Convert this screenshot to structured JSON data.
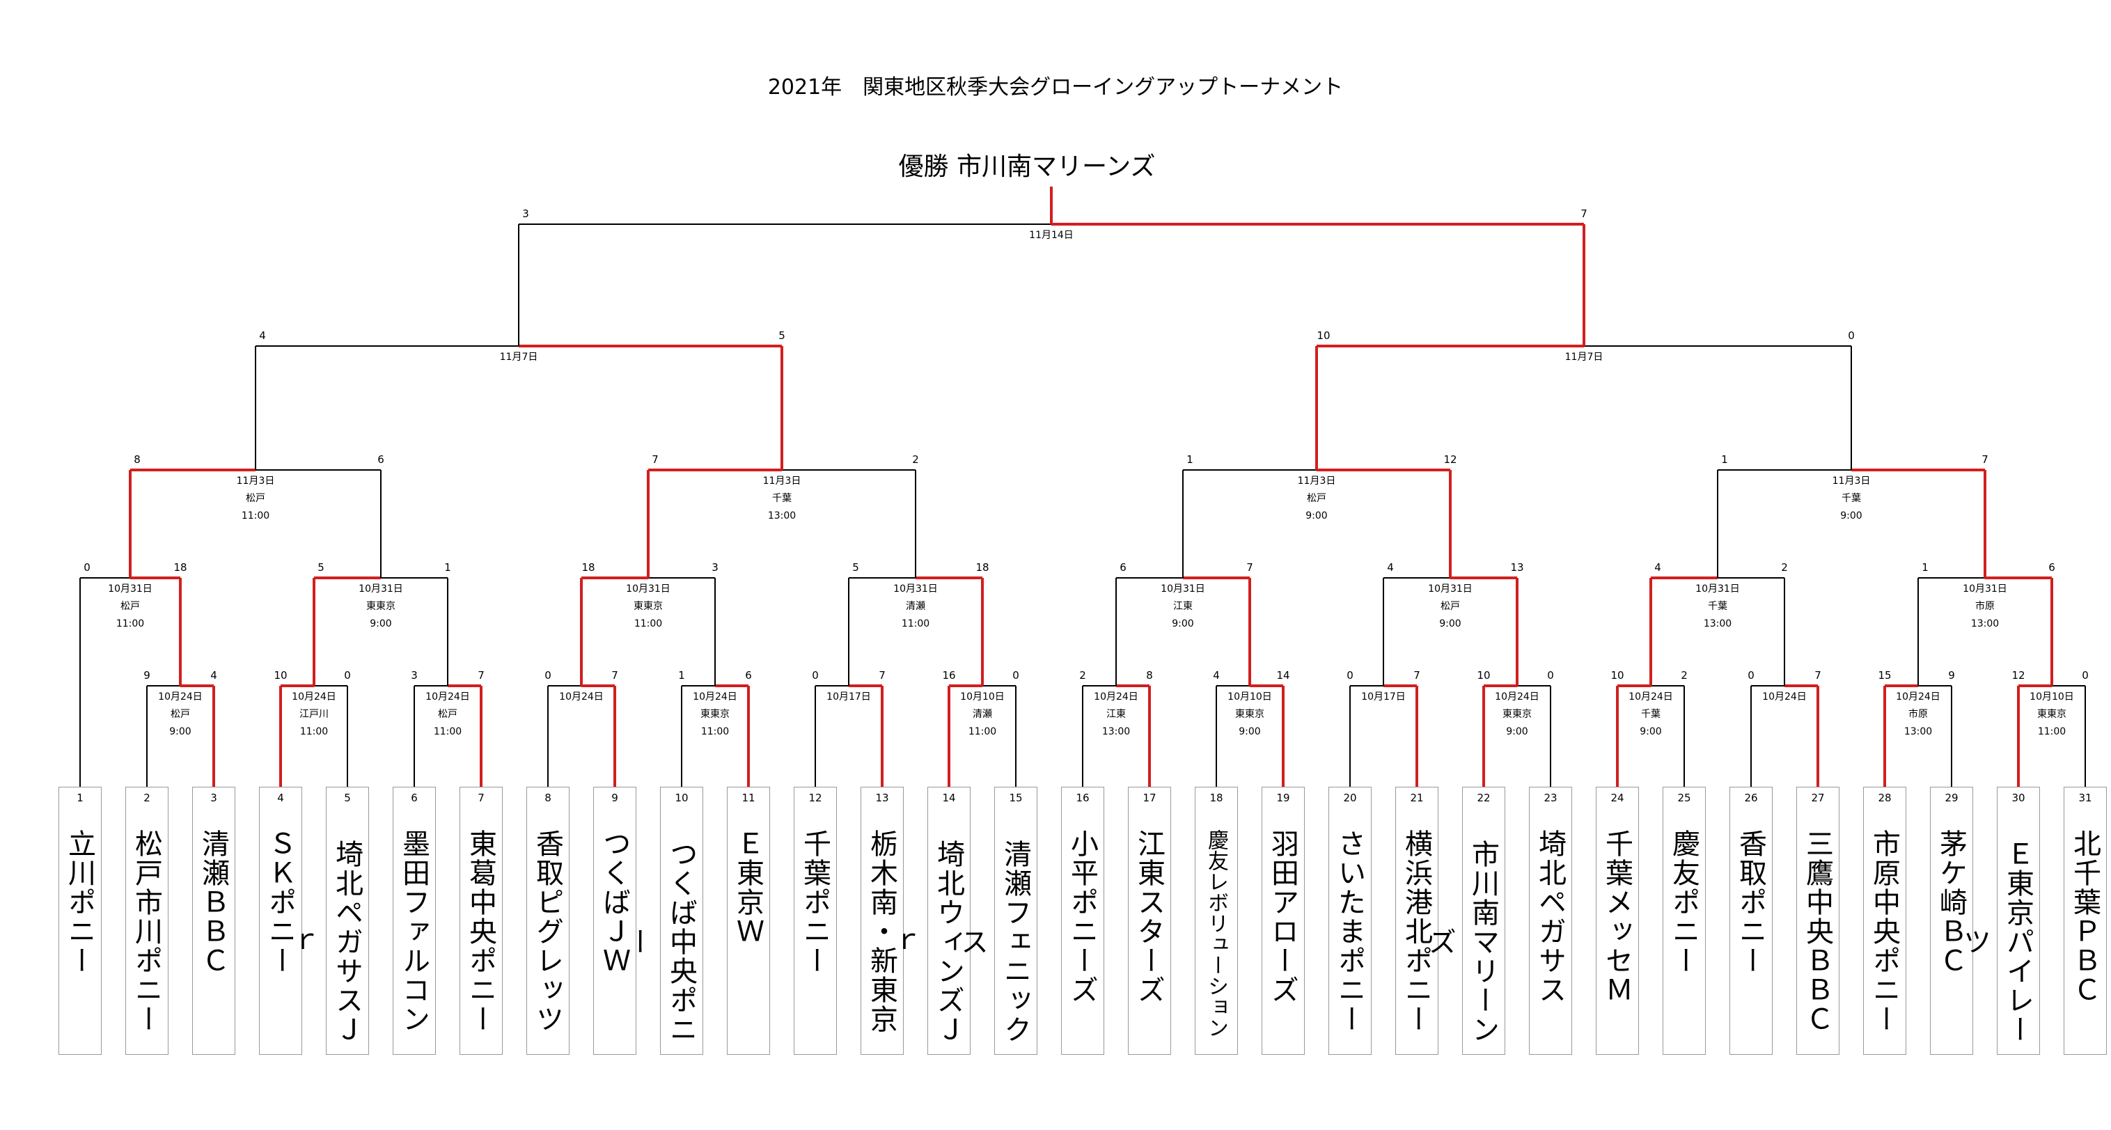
{
  "title": "2021年　関東地区秋季大会グローイングアップトーナメント",
  "champion": "優勝 市川南マリーンズ",
  "teams": [
    {
      "no": "1",
      "name": "立川ポニー"
    },
    {
      "no": "2",
      "name": "松戸市川ポニー"
    },
    {
      "no": "3",
      "name": "清瀬ＢＢＣ"
    },
    {
      "no": "4",
      "name": "ＳＫポニー"
    },
    {
      "no": "5",
      "name": "埼北ペガサスＪｒ"
    },
    {
      "no": "6",
      "name": "墨田ファルコン"
    },
    {
      "no": "7",
      "name": "東葛中央ポニー"
    },
    {
      "no": "8",
      "name": "香取ピグレッツ"
    },
    {
      "no": "9",
      "name": "つくばＪＷ"
    },
    {
      "no": "10",
      "name": "つくば中央ポニー"
    },
    {
      "no": "11",
      "name": "Ｅ東京Ｗ"
    },
    {
      "no": "12",
      "name": "千葉ポニー"
    },
    {
      "no": "13",
      "name": "栃木南・新東京"
    },
    {
      "no": "14",
      "name": "埼北ウィンズＪｒ"
    },
    {
      "no": "15",
      "name": "清瀬フェニックス"
    },
    {
      "no": "16",
      "name": "小平ポニーズ"
    },
    {
      "no": "17",
      "name": "江東スターズ"
    },
    {
      "no": "18",
      "name": "慶友レボリューション"
    },
    {
      "no": "19",
      "name": "羽田アローズ"
    },
    {
      "no": "20",
      "name": "さいたまポニー"
    },
    {
      "no": "21",
      "name": "横浜港北ポニー"
    },
    {
      "no": "22",
      "name": "市川南マリーンズ"
    },
    {
      "no": "23",
      "name": "埼北ペガサス"
    },
    {
      "no": "24",
      "name": "千葉メッセＭ"
    },
    {
      "no": "25",
      "name": "慶友ポニー"
    },
    {
      "no": "26",
      "name": "香取ポニー"
    },
    {
      "no": "27",
      "name": "三鷹中央ＢＢＣ"
    },
    {
      "no": "28",
      "name": "市原中央ポニー"
    },
    {
      "no": "29",
      "name": "茅ケ崎ＢＣ"
    },
    {
      "no": "30",
      "name": "Ｅ東京パイレーツ"
    },
    {
      "no": "31",
      "name": "北千葉ＰＢＣ"
    }
  ],
  "colors": {
    "win": "#d21f1f",
    "lose": "#000000",
    "box": "#999999"
  },
  "matches": [
    {
      "id": "r1a",
      "sl": "9",
      "sr": "4",
      "win": "R",
      "info": [
        "10月24日",
        "松戸",
        "9:00"
      ]
    },
    {
      "id": "r1b",
      "sl": "10",
      "sr": "0",
      "win": "L",
      "info": [
        "10月24日",
        "江戸川",
        "11:00"
      ]
    },
    {
      "id": "r1c",
      "sl": "3",
      "sr": "7",
      "win": "R",
      "info": [
        "10月24日",
        "松戸",
        "11:00"
      ]
    },
    {
      "id": "r1d",
      "sl": "0",
      "sr": "7",
      "win": "R",
      "info": [
        "10月24日"
      ]
    },
    {
      "id": "r1e",
      "sl": "1",
      "sr": "6",
      "win": "R",
      "info": [
        "10月24日",
        "東東京",
        "11:00"
      ]
    },
    {
      "id": "r1f",
      "sl": "0",
      "sr": "7",
      "win": "R",
      "info": [
        "10月17日"
      ]
    },
    {
      "id": "r1g",
      "sl": "16",
      "sr": "0",
      "win": "L",
      "info": [
        "10月10日",
        "清瀬",
        "11:00"
      ]
    },
    {
      "id": "r1h",
      "sl": "2",
      "sr": "8",
      "win": "R",
      "info": [
        "10月24日",
        "江東",
        "13:00"
      ]
    },
    {
      "id": "r1i",
      "sl": "4",
      "sr": "14",
      "win": "R",
      "info": [
        "10月10日",
        "東東京",
        "9:00"
      ]
    },
    {
      "id": "r1j",
      "sl": "0",
      "sr": "7",
      "win": "R",
      "info": [
        "10月17日"
      ]
    },
    {
      "id": "r1k",
      "sl": "10",
      "sr": "0",
      "win": "L",
      "info": [
        "10月24日",
        "東東京",
        "9:00"
      ]
    },
    {
      "id": "r1l",
      "sl": "10",
      "sr": "2",
      "win": "L",
      "info": [
        "10月24日",
        "千葉",
        "9:00"
      ]
    },
    {
      "id": "r1m",
      "sl": "0",
      "sr": "7",
      "win": "R",
      "info": [
        "10月24日"
      ]
    },
    {
      "id": "r1n",
      "sl": "15",
      "sr": "9",
      "win": "L",
      "info": [
        "10月24日",
        "市原",
        "13:00"
      ]
    },
    {
      "id": "r1o",
      "sl": "12",
      "sr": "0",
      "win": "L",
      "info": [
        "10月10日",
        "東東京",
        "11:00"
      ]
    },
    {
      "id": "r2a",
      "sl": "0",
      "sr": "18",
      "win": "R",
      "info": [
        "10月31日",
        "松戸",
        "11:00"
      ]
    },
    {
      "id": "r2b",
      "sl": "5",
      "sr": "1",
      "win": "L",
      "info": [
        "10月31日",
        "東東京",
        "9:00"
      ]
    },
    {
      "id": "r2c",
      "sl": "18",
      "sr": "3",
      "win": "L",
      "info": [
        "10月31日",
        "東東京",
        "11:00"
      ]
    },
    {
      "id": "r2d",
      "sl": "5",
      "sr": "18",
      "win": "R",
      "info": [
        "10月31日",
        "清瀬",
        "11:00"
      ]
    },
    {
      "id": "r2e",
      "sl": "6",
      "sr": "7",
      "win": "R",
      "info": [
        "10月31日",
        "江東",
        "9:00"
      ]
    },
    {
      "id": "r2f",
      "sl": "4",
      "sr": "13",
      "win": "R",
      "info": [
        "10月31日",
        "松戸",
        "9:00"
      ]
    },
    {
      "id": "r2g",
      "sl": "4",
      "sr": "2",
      "win": "L",
      "info": [
        "10月31日",
        "千葉",
        "13:00"
      ]
    },
    {
      "id": "r2h",
      "sl": "1",
      "sr": "6",
      "win": "R",
      "info": [
        "10月31日",
        "市原",
        "13:00"
      ]
    },
    {
      "id": "qfa",
      "sl": "8",
      "sr": "6",
      "win": "L",
      "info": [
        "11月3日",
        "松戸",
        "11:00"
      ]
    },
    {
      "id": "qfb",
      "sl": "7",
      "sr": "2",
      "win": "L",
      "info": [
        "11月3日",
        "千葉",
        "13:00"
      ]
    },
    {
      "id": "qfc",
      "sl": "1",
      "sr": "12",
      "win": "R",
      "info": [
        "11月3日",
        "松戸",
        "9:00"
      ]
    },
    {
      "id": "qfd",
      "sl": "1",
      "sr": "7",
      "win": "R",
      "info": [
        "11月3日",
        "千葉",
        "9:00"
      ]
    },
    {
      "id": "sfa",
      "sl": "4",
      "sr": "5",
      "win": "R",
      "info": [
        "11月7日"
      ]
    },
    {
      "id": "sfb",
      "sl": "10",
      "sr": "0",
      "win": "L",
      "info": [
        "11月7日"
      ]
    },
    {
      "id": "final",
      "sl": "3",
      "sr": "7",
      "win": "R",
      "info": [
        "11月14日"
      ]
    }
  ]
}
